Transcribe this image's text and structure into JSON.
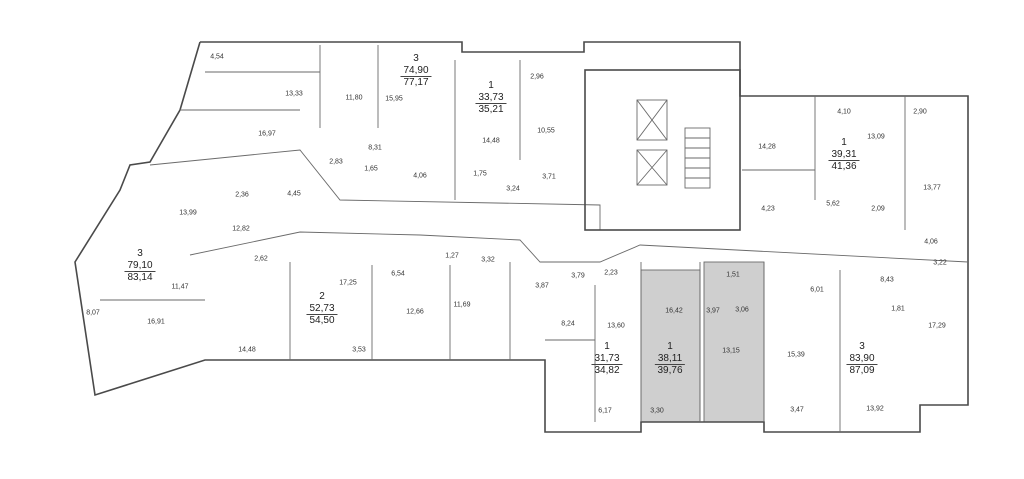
{
  "room_areas": [
    "4,54",
    "13,33",
    "11,80",
    "15,95",
    "16,97",
    "8,31",
    "2,83",
    "1,65",
    "4,06",
    "14,48",
    "1,75",
    "3,24",
    "2,96",
    "10,55",
    "3,71",
    "14,28",
    "4,10",
    "13,09",
    "2,90",
    "4,23",
    "5,62",
    "2,09",
    "13,77",
    "2,36",
    "4,45",
    "13,99",
    "12,82",
    "2,62",
    "17,25",
    "6,54",
    "1,27",
    "3,32",
    "3,87",
    "3,79",
    "2,23",
    "1,51",
    "4,06",
    "3,22",
    "11,47",
    "8,07",
    "16,91",
    "14,48",
    "3,53",
    "12,66",
    "11,69",
    "8,24",
    "13,60",
    "16,42",
    "3,97",
    "3,06",
    "6,01",
    "8,43",
    "1,81",
    "17,29",
    "13,15",
    "15,39",
    "6,17",
    "3,30",
    "3,47",
    "13,92"
  ],
  "apartments": [
    {
      "rooms": "3",
      "area_living": "74,90",
      "area_total": "77,17"
    },
    {
      "rooms": "1",
      "area_living": "33,73",
      "area_total": "35,21"
    },
    {
      "rooms": "1",
      "area_living": "39,31",
      "area_total": "41,36"
    },
    {
      "rooms": "3",
      "area_living": "79,10",
      "area_total": "83,14"
    },
    {
      "rooms": "2",
      "area_living": "52,73",
      "area_total": "54,50"
    },
    {
      "rooms": "1",
      "area_living": "31,73",
      "area_total": "34,82"
    },
    {
      "rooms": "1",
      "area_living": "38,11",
      "area_total": "39,76"
    },
    {
      "rooms": "3",
      "area_living": "83,90",
      "area_total": "87,09"
    }
  ]
}
